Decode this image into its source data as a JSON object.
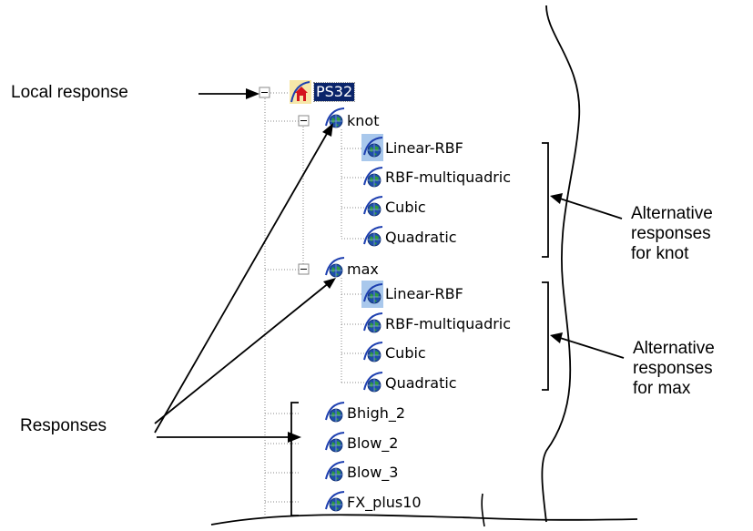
{
  "callouts": {
    "local_response": "Local response",
    "responses": "Responses",
    "alt_knot": [
      "Alternative",
      "responses",
      "for knot"
    ],
    "alt_max": [
      "Alternative",
      "responses",
      "for max"
    ]
  },
  "tree": {
    "root": "PS32",
    "knot": {
      "label": "knot",
      "children": [
        "Linear-RBF",
        "RBF-multiquadric",
        "Cubic",
        "Quadratic"
      ]
    },
    "max": {
      "label": "max",
      "children": [
        "Linear-RBF",
        "RBF-multiquadric",
        "Cubic",
        "Quadratic"
      ]
    },
    "responses": [
      "Bhigh_2",
      "Blow_2",
      "Blow_3",
      "FX_plus10"
    ]
  },
  "colors": {
    "selection": "#0a246a",
    "globe_blue": "#1f4fa8",
    "globe_green": "#2e9b3e",
    "curve": "#1d3fb0",
    "house_red": "#d4141c",
    "highlight_bg": "#a9c8ec"
  }
}
